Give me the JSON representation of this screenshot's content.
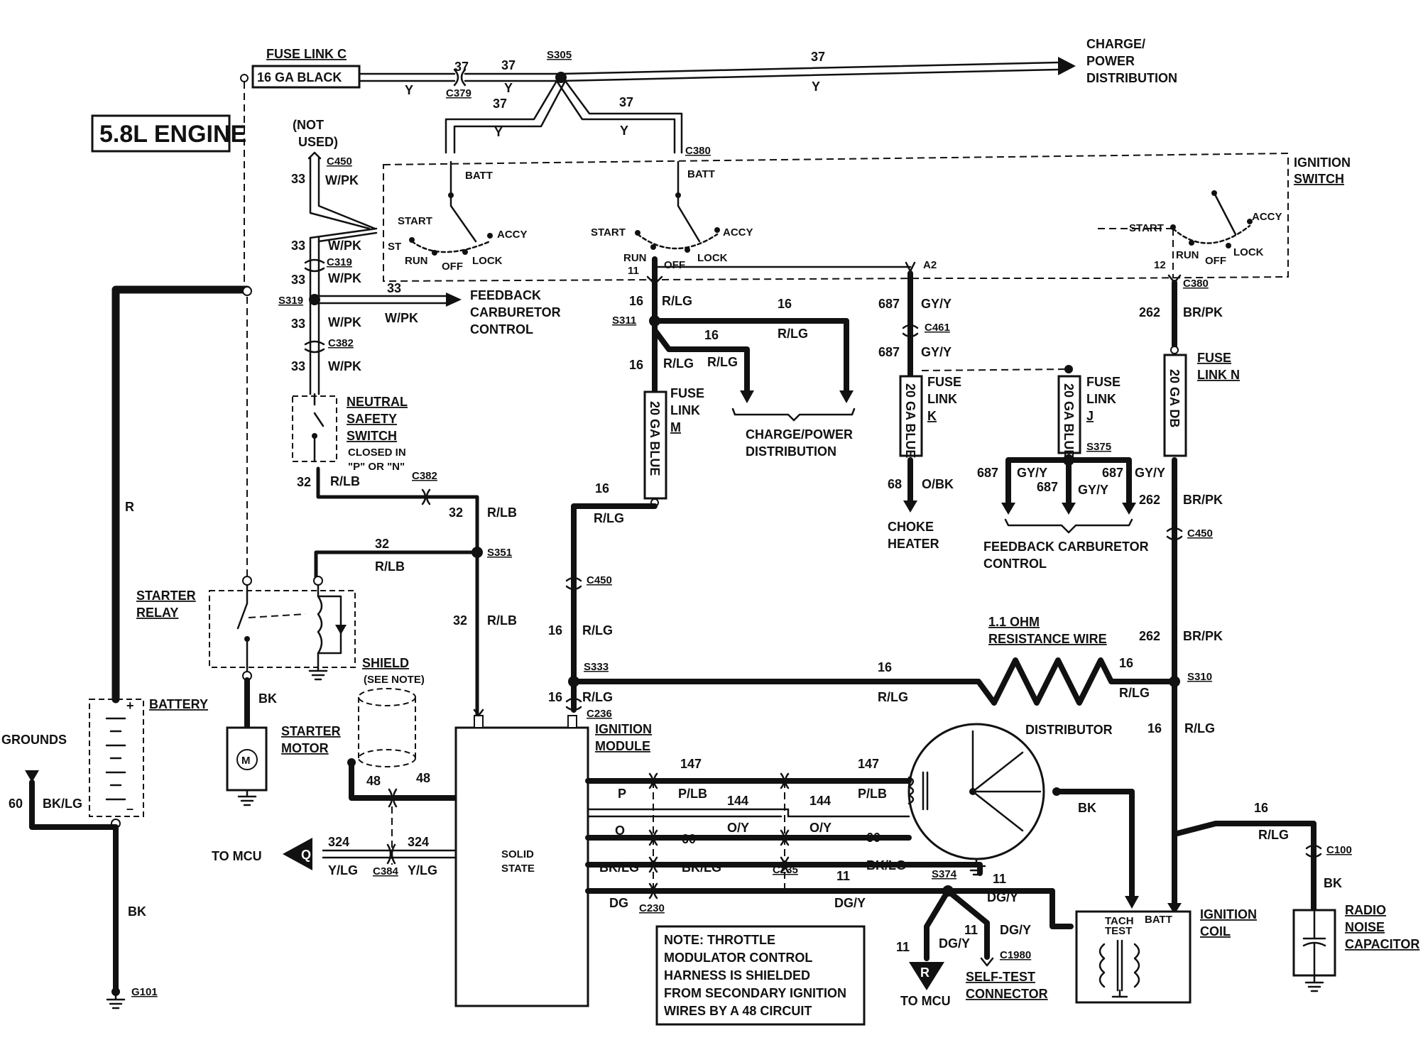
{
  "title": "5.8L ENGINE",
  "top": {
    "fuse_link_c": "FUSE LINK C",
    "fuse_link_c_value": "16 GA BLACK",
    "s305": "S305",
    "c379": "C379",
    "c380": "C380",
    "charge_power_dist": [
      "CHARGE/",
      "POWER",
      "DISTRIBUTION"
    ],
    "w37": "37",
    "y": "Y",
    "batt": "BATT"
  },
  "ignition_switch": {
    "label": [
      "IGNITION",
      "SWITCH"
    ],
    "start": "START",
    "st": "ST",
    "run": "RUN",
    "off": "OFF",
    "lock": "LOCK",
    "accy": "ACCY",
    "a2": "A2",
    "w11": "11",
    "w12": "12"
  },
  "left": {
    "not_used": [
      "(NOT",
      "USED)"
    ],
    "c450": "C450",
    "w33": "33",
    "wpk": "W/PK",
    "c319": "C319",
    "s319": "S319",
    "c382": "C382",
    "feedback_carb": [
      "FEEDBACK",
      "CARBURETOR",
      "CONTROL"
    ],
    "neutral_safety": [
      "NEUTRAL",
      "SAFETY",
      "SWITCH"
    ],
    "closed_in": [
      "CLOSED IN",
      "\"P\" OR \"N\""
    ],
    "w32": "32",
    "rlb": "R/LB",
    "s351": "S351",
    "r": "R",
    "starter_relay": [
      "STARTER",
      "RELAY"
    ],
    "battery": "BATTERY",
    "grounds": "GROUNDS",
    "w60": "60",
    "bklg": "BK/LG",
    "bk": "BK",
    "g101": "G101",
    "starter_motor": [
      "STARTER",
      "MOTOR"
    ],
    "motor_symbol": "M",
    "shield": [
      "SHIELD",
      "(SEE NOTE)"
    ],
    "w48": "48",
    "to_mcu": "TO MCU",
    "mcu_q": "Q",
    "w324": "324",
    "ylg": "Y/LG",
    "c384": "C384"
  },
  "center": {
    "w16": "16",
    "rlg": "R/LG",
    "s311": "S311",
    "fuse_link_m": [
      "FUSE",
      "LINK",
      "M"
    ],
    "fuse_m_value": "20 GA BLUE",
    "charge_power_dist2": [
      "CHARGE/POWER",
      "DISTRIBUTION"
    ],
    "c450": "C450",
    "s333": "S333",
    "c236": "C236",
    "ignition_module": [
      "IGNITION",
      "MODULE"
    ],
    "solid_state": [
      "SOLID",
      "STATE"
    ],
    "p": "P",
    "o": "O",
    "bklg": "BK/LG",
    "dg": "DG",
    "c230": "C230",
    "w147": "147",
    "plb": "P/LB",
    "w144": "144",
    "oy": "O/Y",
    "w60": "60",
    "c235": "C235",
    "w11": "11",
    "dgy": "DG/Y",
    "s374": "S374",
    "to_mcu": "TO MCU",
    "mcu_r": "R",
    "c1980": "C1980",
    "self_test": [
      "SELF-TEST",
      "CONNECTOR"
    ],
    "note": [
      "NOTE: THROTTLE",
      "MODULATOR CONTROL",
      "HARNESS IS SHIELDED",
      "FROM SECONDARY IGNITION",
      "WIRES BY A 48 CIRCUIT"
    ]
  },
  "right": {
    "w687": "687",
    "gyy": "GY/Y",
    "c461": "C461",
    "fuse_link_k": [
      "FUSE",
      "LINK",
      "K"
    ],
    "fuse_k_value": "20 GA BLUE",
    "w68": "68",
    "obk": "O/BK",
    "choke_heater": [
      "CHOKE",
      "HEATER"
    ],
    "fuse_link_j": [
      "FUSE",
      "LINK",
      "J"
    ],
    "fuse_j_value": "20 GA BLUE",
    "s375": "S375",
    "feedback_carb2": [
      "FEEDBACK CARBURETOR",
      "CONTROL"
    ],
    "c380": "C380",
    "w262": "262",
    "brpk": "BR/PK",
    "fuse_link_n": [
      "FUSE",
      "LINK N"
    ],
    "fuse_n_value": "20 GA DB",
    "c450": "C450",
    "resistance_wire": [
      "1.1 OHM",
      "RESISTANCE WIRE"
    ],
    "s310": "S310",
    "distributor": "DISTRIBUTOR",
    "bk": "BK",
    "ignition_coil": [
      "IGNITION",
      "COIL"
    ],
    "tach_test": [
      "TACH",
      "TEST"
    ],
    "batt": "BATT",
    "c100": "C100",
    "radio_noise": [
      "RADIO",
      "NOISE",
      "CAPACITOR"
    ]
  }
}
